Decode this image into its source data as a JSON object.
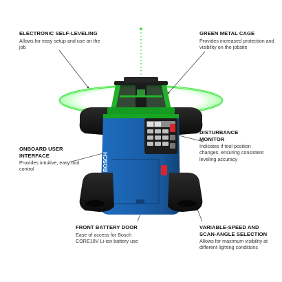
{
  "callouts": [
    {
      "key": "self-leveling",
      "title": "ELECTRONIC SELF-LEVELING",
      "desc": "Allows for easy setup and use on the job"
    },
    {
      "key": "metal-cage",
      "title": "GREEN METAL CAGE",
      "desc": "Provides increased protection and visibility on the jobsite"
    },
    {
      "key": "disturbance",
      "title": "DISTURBANCE MONITOR",
      "desc": "Indicates if tool position changes, ensuring consistent leveling accuracy"
    },
    {
      "key": "onboard-ui",
      "title": "ONBOARD USER INTERFACE",
      "desc": "Provides intuitive, easy tool control"
    },
    {
      "key": "battery-door",
      "title": "FRONT BATTERY DOOR",
      "desc": "Ease of access for Bosch CORE18V Li-ion battery use"
    },
    {
      "key": "speed-scan",
      "title": "VARIABLE-SPEED AND SCAN-ANGLE SELECTION",
      "desc": "Allows for maximum visibility at different lighting conditions"
    }
  ],
  "product": {
    "brand": "BOSCH"
  },
  "colors": {
    "laser_green": "#3ee04a",
    "body_blue": "#1a5ea8",
    "rubber_black": "#151515",
    "button_red": "#d9252a"
  }
}
